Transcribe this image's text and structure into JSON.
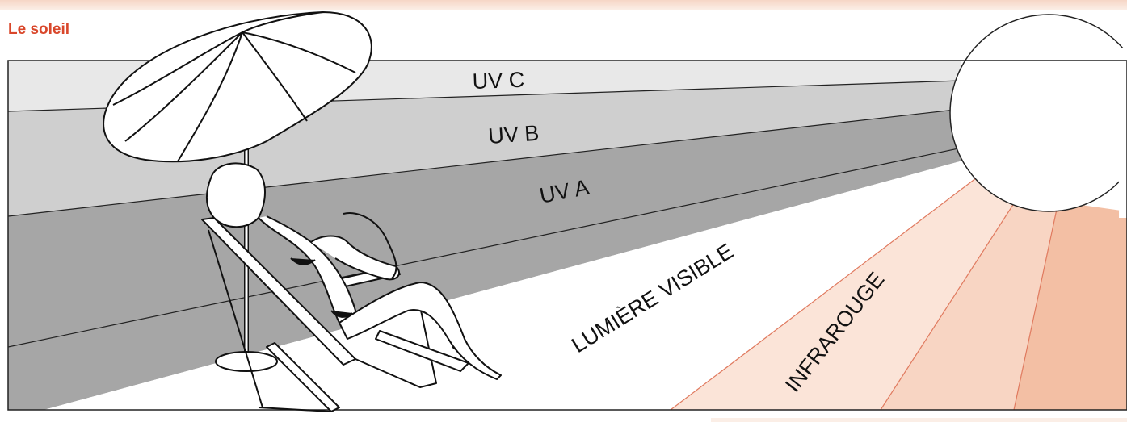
{
  "title": "Le soleil",
  "bands": {
    "uvc": "UV C",
    "uvb": "UV B",
    "uva": "UV A",
    "visible": "LUMIÈRE VISIBLE",
    "infrared": "INFRAROUGE"
  },
  "colors": {
    "title": "#d9472b",
    "uvc": "#e8e8e8",
    "uvb": "#cfcfcf",
    "uva": "#a6a6a6",
    "visible": "#ffffff",
    "infrared_light": "#fbe4d8",
    "infrared_mid": "#f7cfbb",
    "infrared_dark": "#f1b99c",
    "infrared_lines": "#e07a5f"
  },
  "icons": [
    "sun-icon",
    "parasol-icon",
    "sunbather-icon",
    "deck-chair-icon"
  ]
}
